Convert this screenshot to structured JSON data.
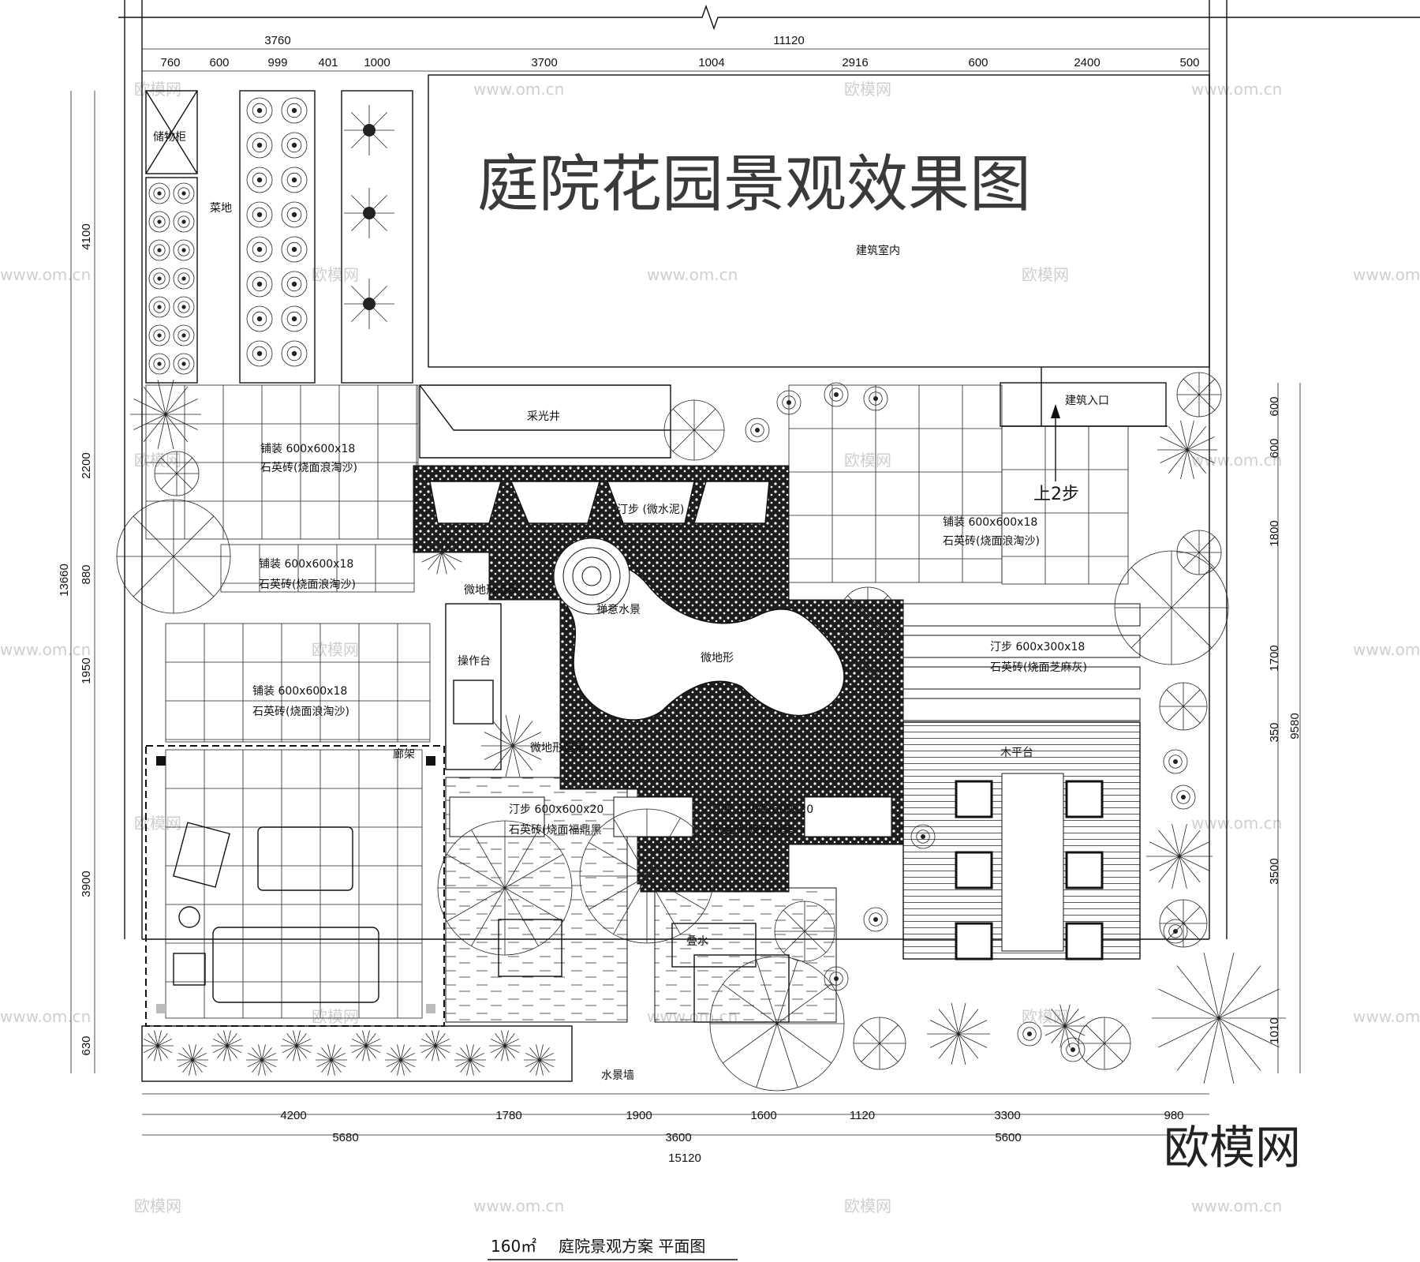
{
  "title": "庭院花园景观效果图",
  "caption": {
    "area": "160㎡",
    "text": "庭院景观方案  平面图"
  },
  "brand": "欧模网",
  "watermarks": [
    "欧模网",
    "www.om.cn"
  ],
  "dimensions": {
    "top_total": [
      "3760",
      "11120"
    ],
    "top_parts": [
      "760",
      "600",
      "999",
      "401",
      "1000",
      "3700",
      "1004",
      "2916",
      "600",
      "2400",
      "500"
    ],
    "left": [
      "4100",
      "2200",
      "880",
      "1950",
      "3900",
      "630",
      "13660"
    ],
    "right": [
      "600",
      "600",
      "1800",
      "1700",
      "350",
      "3500",
      "1010",
      "9580"
    ],
    "bottom_parts": [
      "4200",
      "1780",
      "1900",
      "1600",
      "1120",
      "3300",
      "980"
    ],
    "bottom_mid": [
      "5680",
      "3600",
      "5600"
    ],
    "bottom_total": "15120"
  },
  "labels": {
    "storage": "储物柜",
    "veg": "菜地",
    "building": "建筑室内",
    "skylight": "采光井",
    "entrance": "建筑入口",
    "up_steps": "上2步",
    "paving_a1": "铺装  600x600x18",
    "paving_a2": "石英砖(烧面浪淘沙)",
    "paving_b1": "铺装 600x600x18",
    "paving_b2": "石英砖(烧面浪淘沙)",
    "paving_c1": "铺装   600x600x18",
    "paving_c2": "石英砖(烧面浪淘沙)",
    "paving_d1": "铺装  600x600x18",
    "paving_d2": "石英砖(烧面浪淘沙)",
    "stepping_cement": "汀步  (微水泥)",
    "micro_terrain1": "微地形造景",
    "zen_water": "禅意水景",
    "micro_terrain2": "微地形",
    "micro_terrain3": "微地形造景",
    "step_wood1": "汀步   600x300x18",
    "step_wood2": "石英砖(烧面芝麻灰)",
    "wood_deck": "木平台",
    "console": "操作台",
    "pergola": "廊架",
    "step_a1": "汀步 600x600x20",
    "step_a2": "石英砖(烧面福鼎黑",
    "step_b1": "汀步 1200x600x20",
    "step_b2": "石英砖(烧面福鼎",
    "cascade": "叠水",
    "water_wall": "水景墙"
  }
}
